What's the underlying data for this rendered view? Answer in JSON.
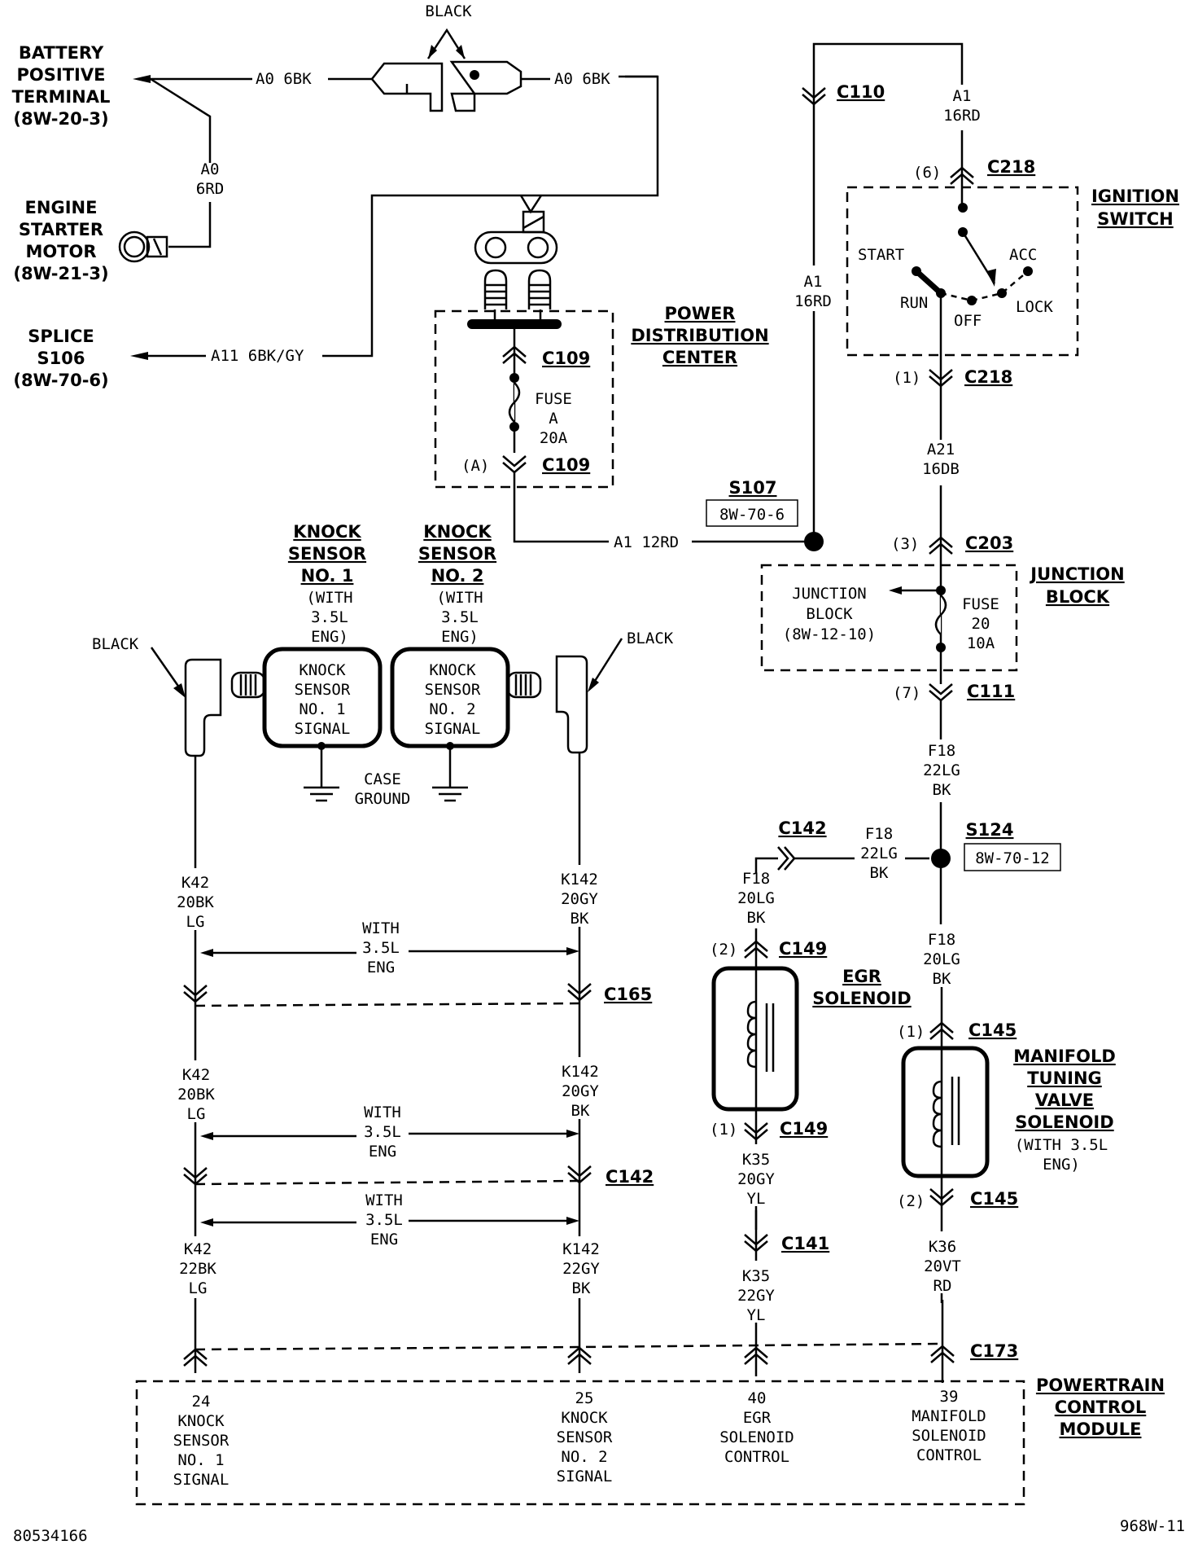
{
  "diagram": {
    "doc_number": "80534166",
    "page_ref": "968W-11",
    "components": {
      "battery": {
        "lines": [
          "BATTERY",
          "POSITIVE",
          "TERMINAL",
          "(8W-20-3)"
        ]
      },
      "starter": {
        "lines": [
          "ENGINE",
          "STARTER",
          "MOTOR",
          "(8W-21-3)"
        ]
      },
      "splice_s106": {
        "lines": [
          "SPLICE",
          "S106",
          "(8W-70-6)"
        ]
      },
      "pdc": {
        "lines": [
          "POWER",
          "DISTRIBUTION",
          "CENTER"
        ]
      },
      "ignition": {
        "lines": [
          "IGNITION",
          "SWITCH"
        ],
        "positions": {
          "start": "START",
          "run": "RUN",
          "off": "OFF",
          "lock": "LOCK",
          "acc": "ACC"
        }
      },
      "junction_block": {
        "lines": [
          "JUNCTION",
          "BLOCK"
        ],
        "ref_lines": [
          "JUNCTION",
          "BLOCK",
          "(8W-12-10)"
        ]
      },
      "knock1": {
        "title": [
          "KNOCK",
          "SENSOR",
          "NO. 1"
        ],
        "note": [
          "(WITH",
          "3.5L",
          "ENG)"
        ],
        "inner": [
          "KNOCK",
          "SENSOR",
          "NO. 1",
          "SIGNAL"
        ]
      },
      "knock2": {
        "title": [
          "KNOCK",
          "SENSOR",
          "NO. 2"
        ],
        "note": [
          "(WITH",
          "3.5L",
          "ENG)"
        ],
        "inner": [
          "KNOCK",
          "SENSOR",
          "NO. 2",
          "SIGNAL"
        ]
      },
      "case_ground": [
        "CASE",
        "GROUND"
      ],
      "egr": {
        "lines": [
          "EGR",
          "SOLENOID"
        ]
      },
      "manifold": {
        "lines": [
          "MANIFOLD",
          "TUNING",
          "VALVE",
          "SOLENOID"
        ],
        "note": [
          "(WITH 3.5L",
          "ENG)"
        ]
      },
      "pcm": {
        "lines": [
          "POWERTRAIN",
          "CONTROL",
          "MODULE"
        ],
        "pins": [
          {
            "lines": [
              "24",
              "KNOCK",
              "SENSOR",
              "NO. 1",
              "SIGNAL"
            ]
          },
          {
            "lines": [
              "25",
              "KNOCK",
              "SENSOR",
              "NO. 2",
              "SIGNAL"
            ]
          },
          {
            "lines": [
              "40",
              "EGR",
              "SOLENOID",
              "CONTROL"
            ]
          },
          {
            "lines": [
              "39",
              "MANIFOLD",
              "SOLENOID",
              "CONTROL"
            ]
          }
        ]
      }
    },
    "labels": {
      "black_top": "BLACK",
      "black_left": "BLACK",
      "black_right": "BLACK",
      "fuse_a": [
        "FUSE",
        "A",
        "20A"
      ],
      "fuse_20": [
        "FUSE",
        "20",
        "10A"
      ],
      "with35": [
        "WITH",
        "3.5L",
        "ENG"
      ]
    },
    "wires": {
      "a0_6bk_left": "A0 6BK",
      "a0_6bk_right": "A0 6BK",
      "a0_6rd": [
        "A0",
        "6RD"
      ],
      "a11": "A11 6BK/GY",
      "a1_12rd": "A1 12RD",
      "a1_16rd_left": [
        "A1",
        "16RD"
      ],
      "a1_16rd_right": [
        "A1",
        "16RD"
      ],
      "a21": [
        "A21",
        "16DB"
      ],
      "f18_22lg_top": [
        "F18",
        "22LG",
        "BK"
      ],
      "f18_22lg_side": [
        "F18",
        "22LG",
        "BK"
      ],
      "f18_20lg_egr": [
        "F18",
        "20LG",
        "BK"
      ],
      "f18_20lg_man": [
        "F18",
        "20LG",
        "BK"
      ],
      "k42_a": [
        "K42",
        "20BK",
        "LG"
      ],
      "k42_b": [
        "K42",
        "20BK",
        "LG"
      ],
      "k42_c": [
        "K42",
        "22BK",
        "LG"
      ],
      "k142_a": [
        "K142",
        "20GY",
        "BK"
      ],
      "k142_b": [
        "K142",
        "20GY",
        "BK"
      ],
      "k142_c": [
        "K142",
        "22GY",
        "BK"
      ],
      "k35_a": [
        "K35",
        "20GY",
        "YL"
      ],
      "k35_b": [
        "K35",
        "22GY",
        "YL"
      ],
      "k36": [
        "K36",
        "20VT",
        "RD"
      ]
    },
    "connectors": {
      "c110": "C110",
      "c218_top": {
        "id": "C218",
        "pin": "(6)"
      },
      "c218_bot": {
        "id": "C218",
        "pin": "(1)"
      },
      "c109_top": {
        "id": "C109"
      },
      "c109_bot": {
        "id": "C109",
        "pin": "(A)"
      },
      "c203": {
        "id": "C203",
        "pin": "(3)"
      },
      "c111": {
        "id": "C111",
        "pin": "(7)"
      },
      "c142_top": "C142",
      "c149_top": {
        "id": "C149",
        "pin": "(2)"
      },
      "c149_bot": {
        "id": "C149",
        "pin": "(1)"
      },
      "c145_top": {
        "id": "C145",
        "pin": "(1)"
      },
      "c145_bot": {
        "id": "C145",
        "pin": "(2)"
      },
      "c141": "C141",
      "c165": "C165",
      "c142_mid": "C142",
      "c173": "C173"
    },
    "splices": {
      "s107": {
        "id": "S107",
        "ref": "8W-70-6"
      },
      "s124": {
        "id": "S124",
        "ref": "8W-70-12"
      }
    }
  }
}
